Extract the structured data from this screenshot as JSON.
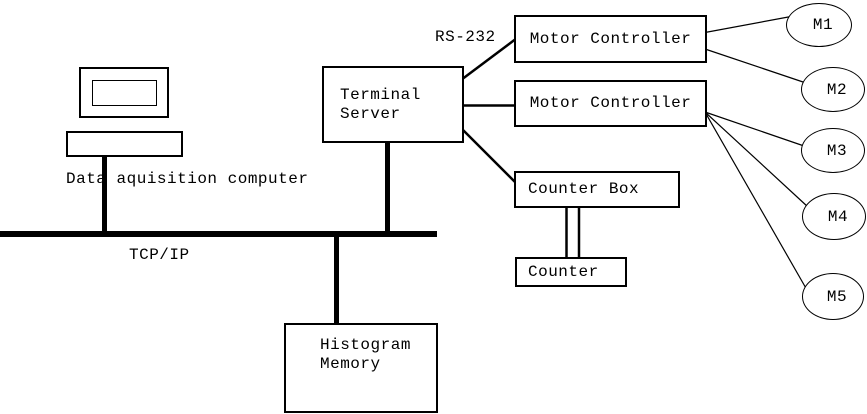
{
  "colors": {
    "line": "#000000",
    "background": "#ffffff"
  },
  "labels": {
    "rs232": "RS-232",
    "tcpip": "TCP/IP",
    "data_acquisition": "Data aquisition computer"
  },
  "nodes": {
    "terminal_server": {
      "line1": "Terminal",
      "line2": "Server"
    },
    "motor_controller_1": "Motor Controller",
    "motor_controller_2": "Motor Controller",
    "counter_box": "Counter Box",
    "counter": "Counter",
    "histogram_memory": {
      "line1": "Histogram",
      "line2": "Memory"
    },
    "motors": [
      "M1",
      "M2",
      "M3",
      "M4",
      "M5"
    ]
  }
}
